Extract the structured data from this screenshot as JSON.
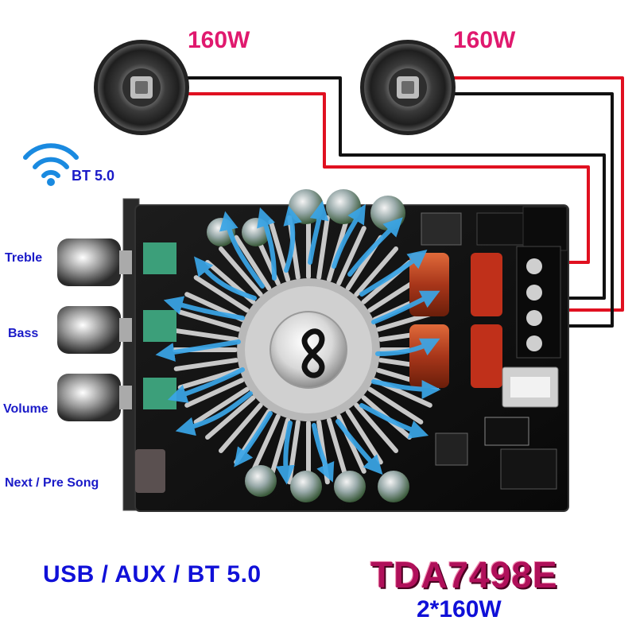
{
  "speakers": [
    {
      "power_label": "160W"
    },
    {
      "power_label": "160W"
    }
  ],
  "bluetooth": {
    "label": "BT 5.0",
    "icon": "wifi-signal-icon"
  },
  "controls": {
    "treble": "Treble",
    "bass": "Bass",
    "volume": "Volume",
    "next_prev": "Next / Pre Song"
  },
  "footer": {
    "inputs": "USB / AUX / BT 5.0",
    "model": "TDA7498E",
    "total_power": "2*160W"
  },
  "colors": {
    "power_text": "#e0196e",
    "label_text": "#1a1ac8",
    "model_text": "#b0105a",
    "wire_red": "#e01020",
    "wire_black": "#111111",
    "airflow_arrows": "#3aa6e8",
    "wifi_icon": "#1a8ae0"
  }
}
